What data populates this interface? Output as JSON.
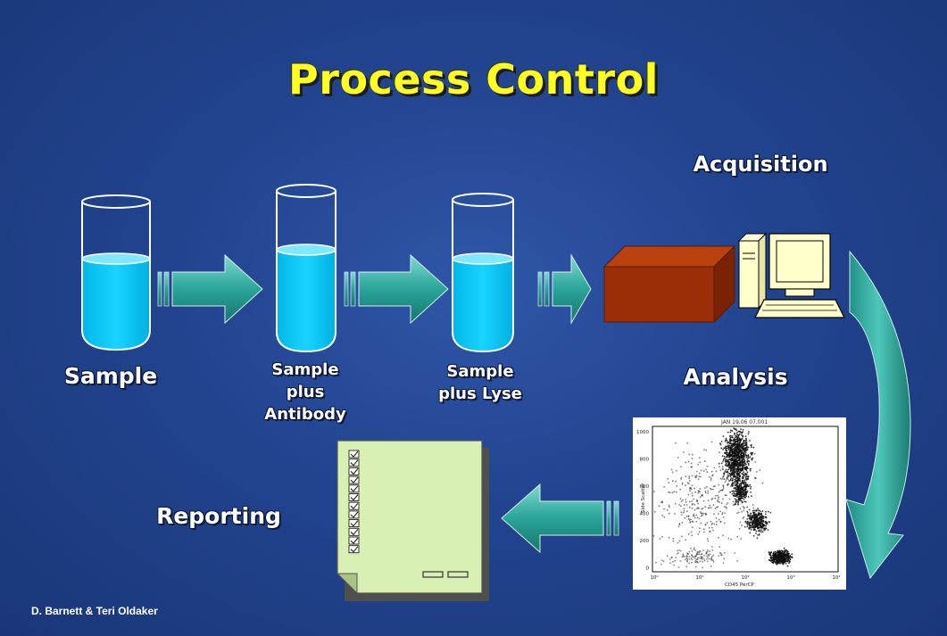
{
  "title": "Process Control",
  "steps": {
    "sample": "Sample",
    "antibody": [
      "Sample",
      "plus",
      "Antibody"
    ],
    "lyse": [
      "Sample",
      "plus Lyse"
    ],
    "acquisition": "Acquisition",
    "analysis": "Analysis",
    "reporting": "Reporting"
  },
  "scatter_plot": {
    "header": "JAN 19.06 07.001",
    "x_label": "CD45 PerCP",
    "y_label": "Side Scatter",
    "y_ticks": [
      "1000",
      "800",
      "600",
      "400",
      "200",
      "0"
    ],
    "x_ticks": [
      "10⁰",
      "10¹",
      "10²",
      "10³",
      "10⁴"
    ]
  },
  "credit": "D. Barnett & Teri Oldaker",
  "colors": {
    "background": "#22448f",
    "title": "#ffff22",
    "liquid": "#00ccff",
    "arrow": "#2aa49a",
    "instrument": "#9b2e06",
    "report": "#d9f0b4"
  },
  "icons": [
    "test-tube-icon",
    "arrow-icon",
    "instrument-box-icon",
    "computer-icon",
    "curved-arrow-icon",
    "report-icon",
    "scatter-plot-icon"
  ]
}
